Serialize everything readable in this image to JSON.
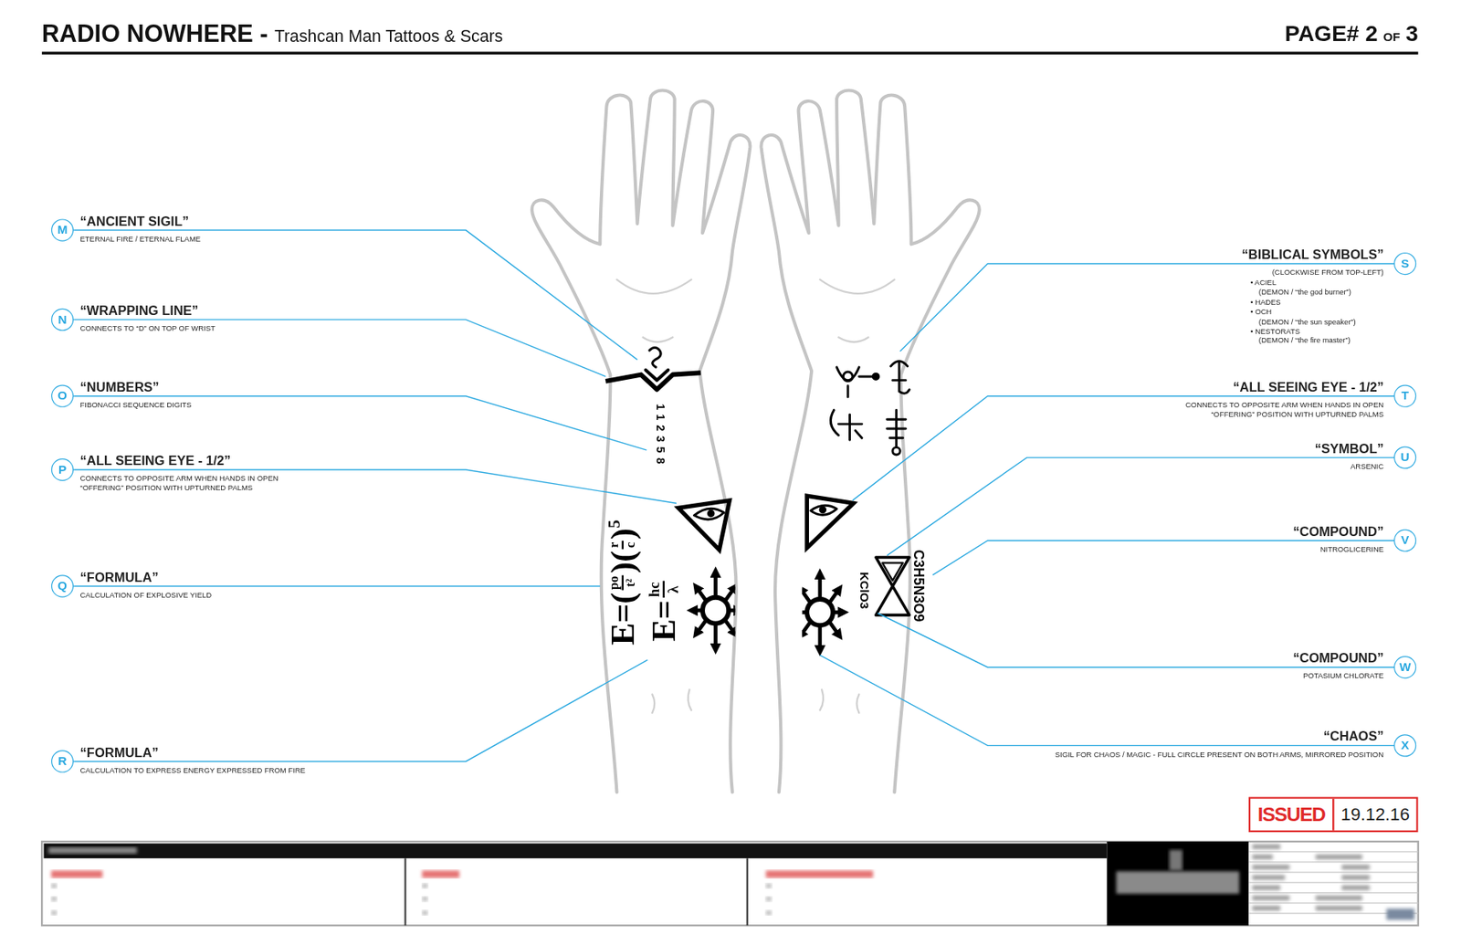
{
  "diagram": {
    "title": "RADIO NOWHERE -",
    "nodes": [
      {
        "text": [
          "M",
          "“ANCIENT SIGIL”",
          "ETERNAL FIRE / ETERNAL FLAME"
        ]
      },
      {
        "text": [
          "N",
          "“WRAPPING LINE”",
          "CONNECTS TO “D” ON TOP OF WRIST"
        ]
      },
      {
        "text": [
          "O",
          "“NUMBERS”",
          "FIBONACCI SEQUENCE DIGITS"
        ]
      },
      {
        "text": [
          "P",
          "“ALL SEEING EYE - 1/2”",
          "CONNECTS TO OPPOSITE ARM WHEN HANDS IN OPEN “OFFERING” POSITION WITH UPTURNED PALMS"
        ]
      },
      {
        "text": [
          "Q",
          "“FORMULA”",
          "CALCULATION OF EXPLOSIVE YIELD"
        ]
      },
      {
        "text": [
          "R",
          "“FORMULA”",
          "CALCULATION TO EXPRESS ENERGY EXPRESSED FROM FIRE"
        ]
      },
      {
        "text": [
          "S",
          "“BIBLICAL SYMBOLS”",
          "(CLOCKWISE FROM TOP-LEFT)",
          "• ACIEL",
          "(DEMON / “the god burner”)",
          "• HADES",
          "• OCH",
          "(DEMON / “the sun speaker”)",
          "• NESTORATS",
          "(DEMON / “the fire master”)"
        ]
      },
      {
        "text": [
          "T",
          "“ALL SEEING EYE - 1/2”",
          "CONNECTS TO OPPOSITE ARM WHEN HANDS IN OPEN “OFFERING” POSITION WITH UPTURNED PALMS"
        ]
      },
      {
        "text": [
          "U",
          "“SYMBOL”",
          "ARSENIC"
        ]
      },
      {
        "text": [
          "V",
          "“COMPOUND”",
          "NITROGLICERINE"
        ]
      },
      {
        "text": [
          "W",
          "“COMPOUND”",
          "POTASIUM CHLORATE"
        ]
      },
      {
        "text": [
          "X",
          "“CHAOS”",
          "SIGIL FOR CHAOS / MAGIC - FULL CIRCLE PRESENT ON BOTH ARMS, MIRRORED POSITION"
        ]
      },
      {
        "text": [
          "ISSUED",
          "19.12.16"
        ]
      }
    ],
    "labels": [
      "Trashcan Man Tattoos & Scars",
      "PAGE# 2",
      "OF",
      "3",
      "112358",
      "E=(",
      "po",
      "t²",
      ")(",
      "r",
      "c",
      ")",
      "5",
      "E=",
      "hc",
      "λ",
      "C3H5N3O9",
      "KClO3"
    ]
  }
}
